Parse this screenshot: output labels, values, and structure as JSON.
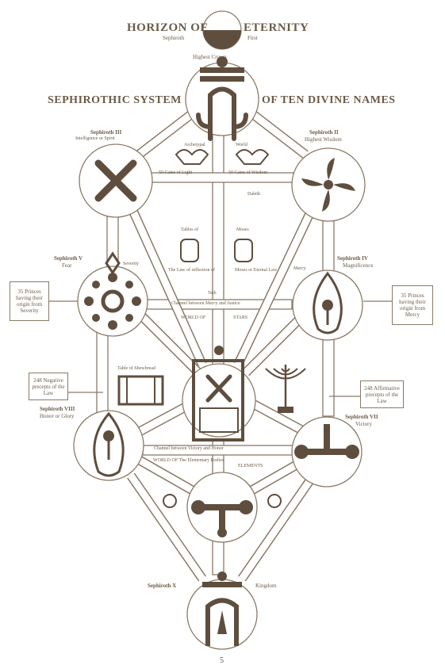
{
  "title": {
    "horizon_left": "HORIZON OF",
    "horizon_right": "ETERNITY",
    "sephiroth_first_a": "Sephiroth",
    "sephiroth_first_b": "First",
    "crown": "Highest Crown",
    "system_left": "SEPHIROTHIC SYSTEM",
    "system_right": "OF TEN DIVINE NAMES"
  },
  "sephiroth": {
    "s3_name": "Sephiroth III",
    "s3_desc": "Intelligence or Spirit",
    "s2_name": "Sephiroth II",
    "s2_desc": "Highest Wisdom",
    "s5_name": "Sephiroth V",
    "s5_desc": "Fear",
    "s4_name": "Sephiroth IV",
    "s4_desc": "Magnificence",
    "s8_name": "Sephiroth VIII",
    "s8_desc": "Honor or Glory",
    "s7_name": "Sephiroth VII",
    "s7_desc": "Victory",
    "s10_name": "Sephiroth X",
    "s10_desc": "Kingdom"
  },
  "paths": {
    "archetypal": "Archetypal",
    "world": "World",
    "gates_light": "50 Gates of Light",
    "gates_wisdom": "50 Gates of Wisdom",
    "daleth": "Daleth",
    "tables": "Tables of",
    "moses": "Moses",
    "law_reflection": "The Law of reflection of",
    "moses_eternal": "Moses or Eternal Law",
    "teth": "Teth",
    "mercy_justice": "Channel between Mercy and Justice",
    "world_of": "WORLD OF",
    "stars": "STARS",
    "mercy": "Mercy",
    "severity": "Severity",
    "table_shewbread": "Table of Shewbread",
    "world_bodies": "WORLD OF The Elementary Bodies",
    "elements": "ELEMENTS",
    "channel_victory": "Channel between Victory and Honor"
  },
  "boxes": {
    "left_princes": "35 Princes having their origin from Severity",
    "right_princes": "35 Princes having their origin from Mercy",
    "left_precepts": "248 Negative precepts of the Law",
    "right_precepts": "248 Affirmative precepts of the Law"
  },
  "colors": {
    "ink": "#6b5a47",
    "line": "#8a7a66",
    "symbol": "#5f4e3e",
    "background": "#ffffff"
  }
}
